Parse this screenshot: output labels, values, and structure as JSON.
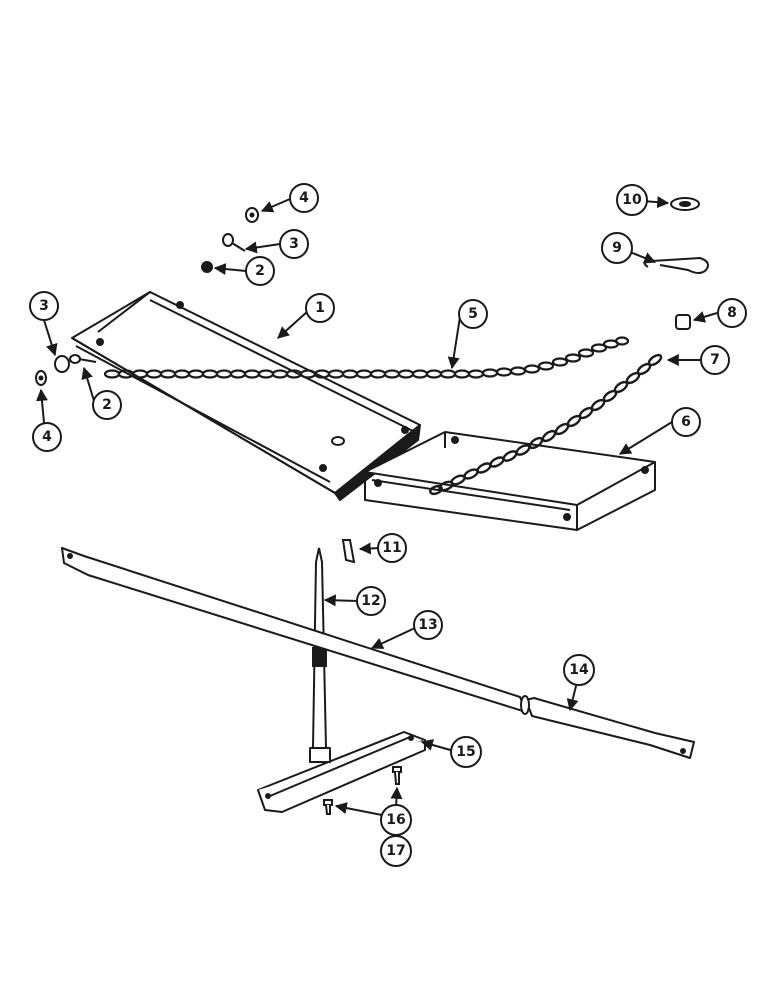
{
  "diagram": {
    "colors": {
      "ink": "#1a1a1a",
      "background": "#ffffff"
    },
    "callouts": {
      "c4a": "4",
      "c3a": "3",
      "c2a": "2",
      "c10": "10",
      "c9": "9",
      "c8": "8",
      "c1": "1",
      "c5": "5",
      "c7": "7",
      "c3b": "3",
      "c2b": "2",
      "c4b": "4",
      "c6": "6",
      "c11": "11",
      "c12": "12",
      "c13": "13",
      "c14": "14",
      "c15": "15",
      "c16": "16",
      "c17": "17"
    }
  }
}
